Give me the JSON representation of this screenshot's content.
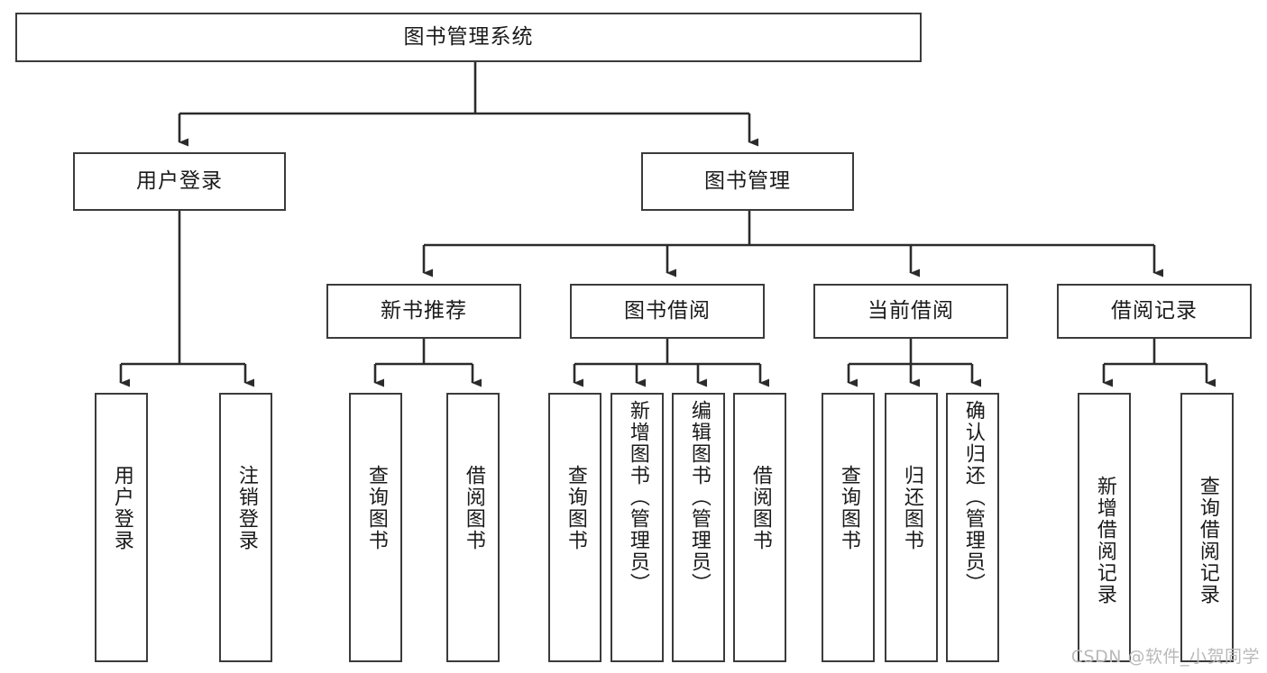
{
  "diagram": {
    "title": "图书管理系统",
    "type": "tree-hierarchy",
    "root": {
      "label": "图书管理系统"
    },
    "level2": [
      {
        "label": "用户登录"
      },
      {
        "label": "图书管理"
      }
    ],
    "level3": [
      {
        "label": "新书推荐"
      },
      {
        "label": "图书借阅"
      },
      {
        "label": "当前借阅"
      },
      {
        "label": "借阅记录"
      }
    ],
    "leaves": {
      "user_login": [
        {
          "label": "用户登录"
        },
        {
          "label": "注销登录"
        }
      ],
      "new_book_recommend": [
        {
          "label": "查询图书"
        },
        {
          "label": "借阅图书"
        }
      ],
      "book_borrow": [
        {
          "label": "查询图书"
        },
        {
          "label": "新增图书（管理员）"
        },
        {
          "label": "编辑图书（管理员）"
        },
        {
          "label": "借阅图书"
        }
      ],
      "current_borrow": [
        {
          "label": "查询图书"
        },
        {
          "label": "归还图书"
        },
        {
          "label": "确认归还（管理员）"
        }
      ],
      "borrow_record": [
        {
          "label": "新增借阅记录"
        },
        {
          "label": "查询借阅记录"
        }
      ]
    }
  },
  "watermark": {
    "text": "CSDN @软件_小贺同学"
  },
  "colors": {
    "stroke": "#3b3b3b",
    "background": "#ffffff",
    "text": "#1a1a1a",
    "watermark": "#b9b9b9"
  }
}
